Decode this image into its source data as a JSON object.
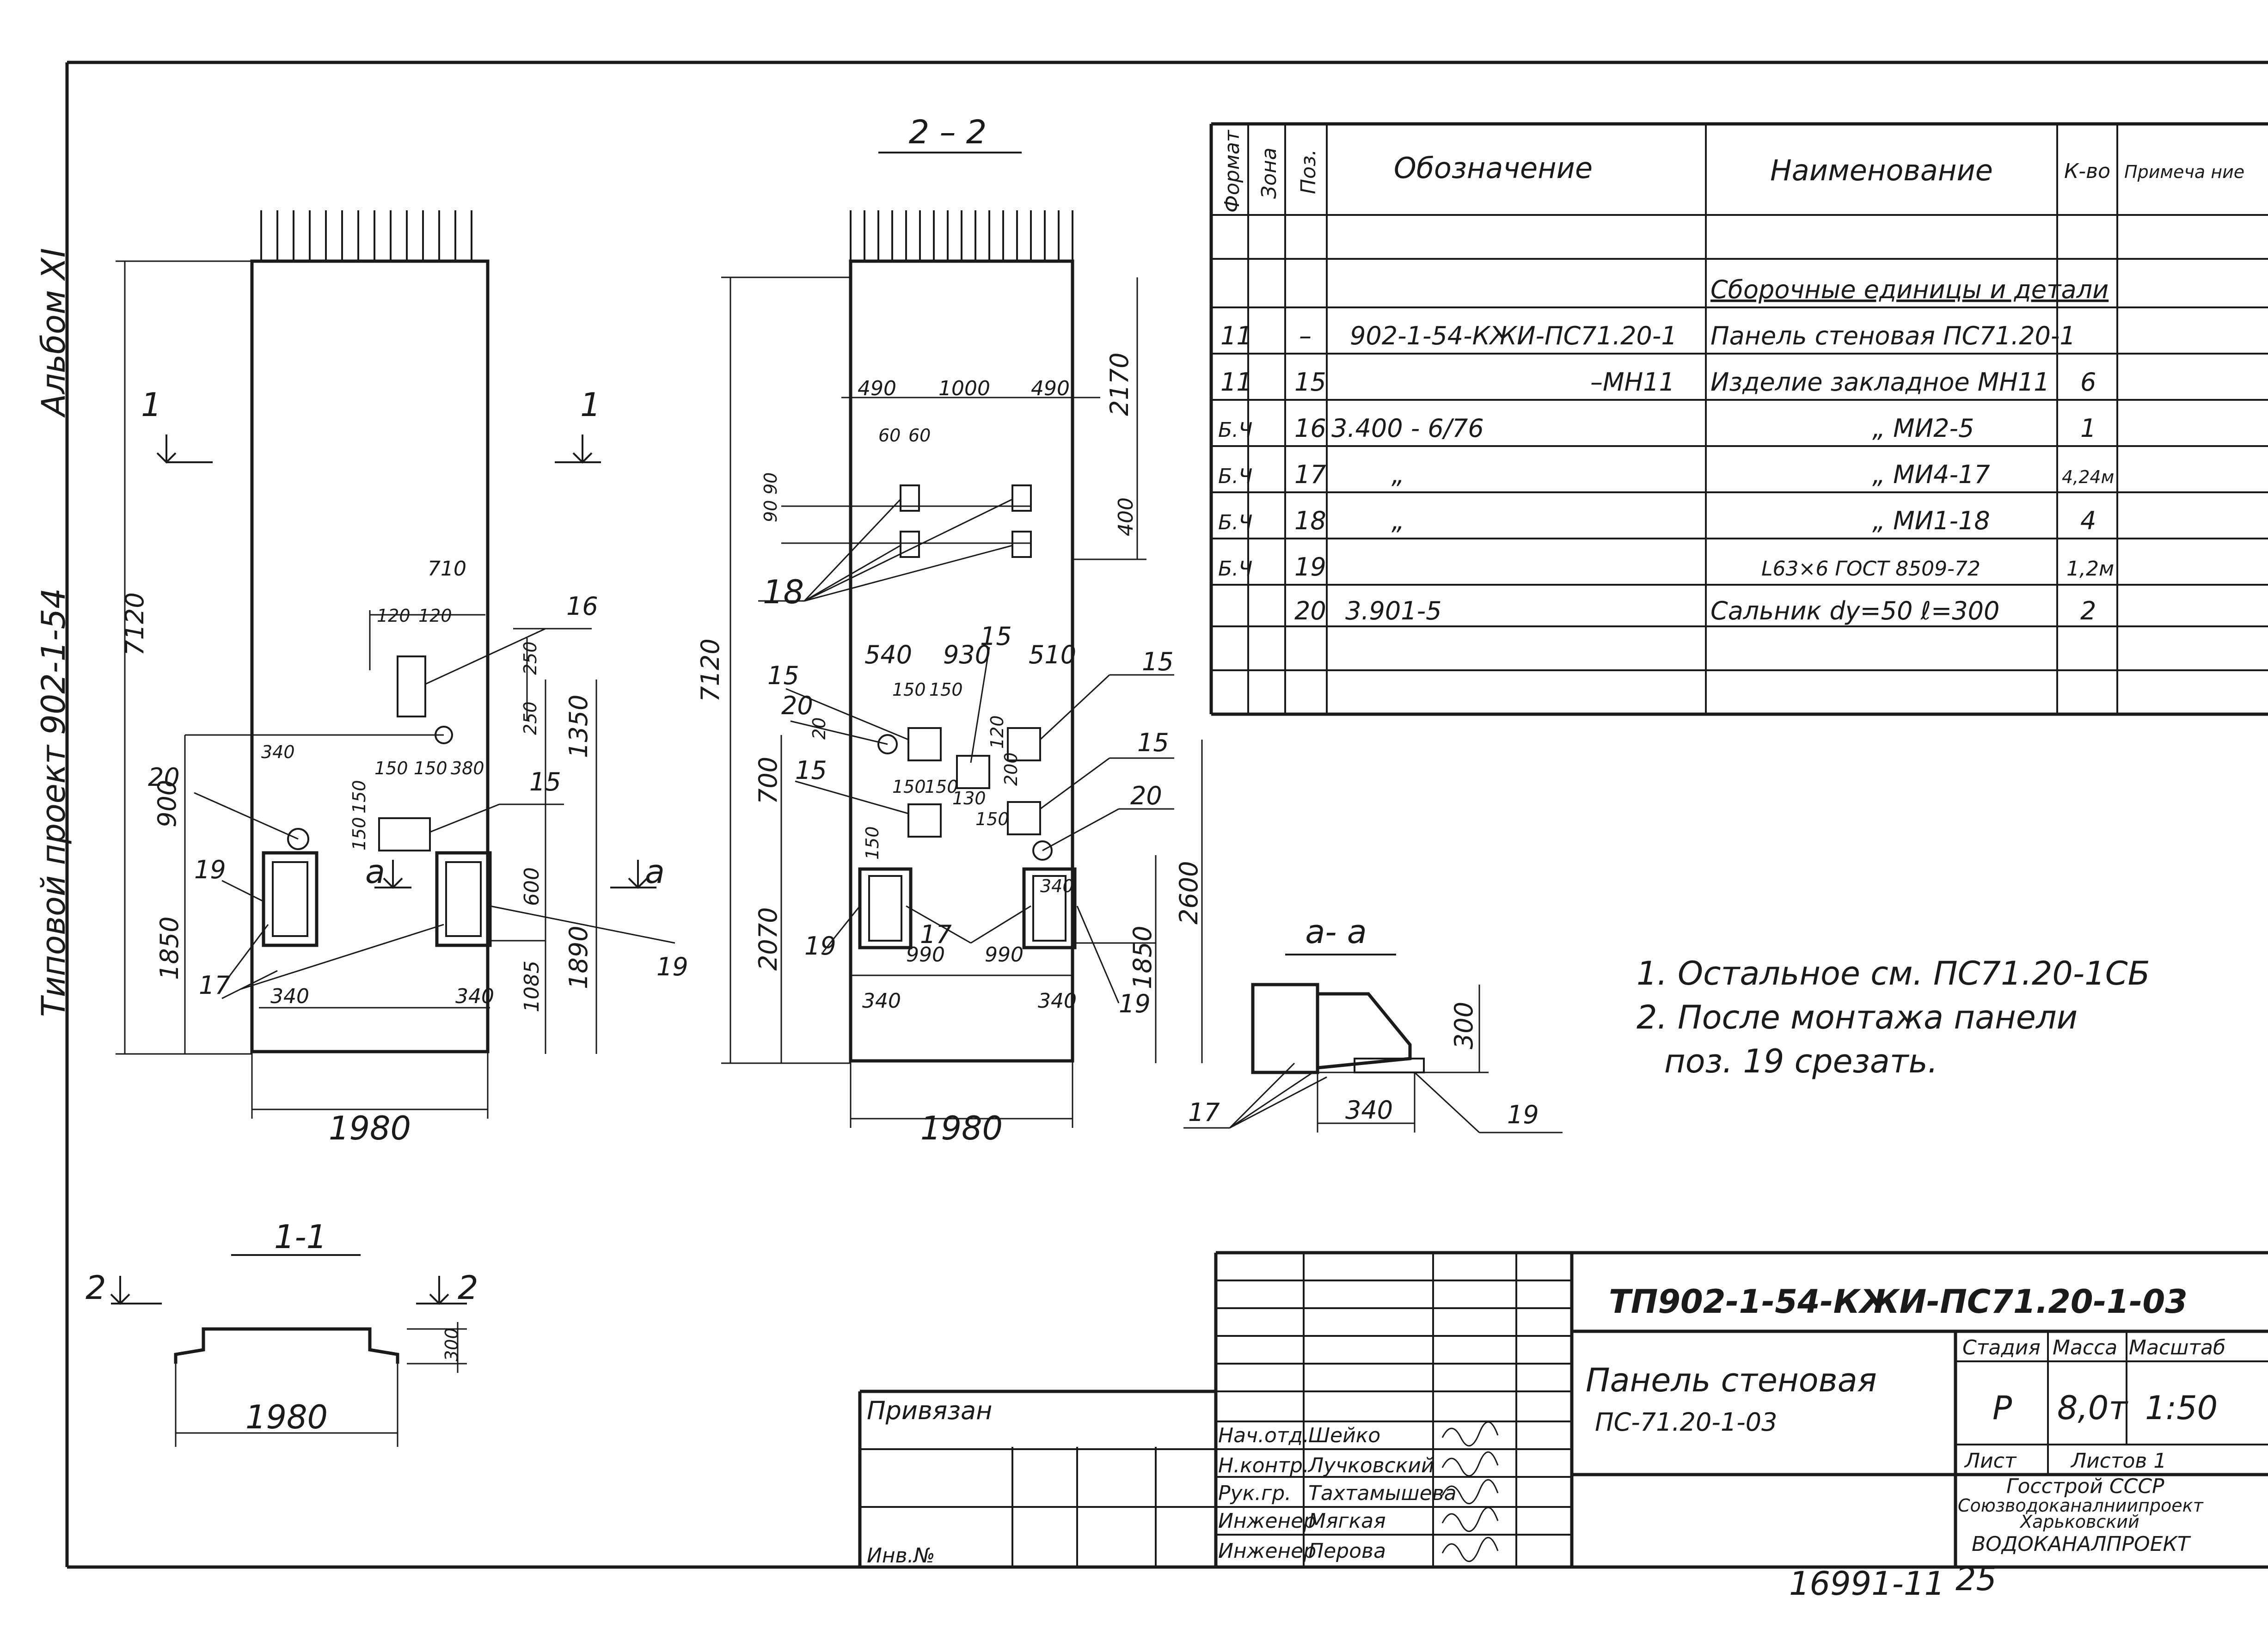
{
  "album": "Альбом XI",
  "project": "Типовой проект 902-1-54",
  "sections": {
    "s22": "2 – 2",
    "s11": "1-1",
    "saa": "а- а",
    "cut1_left": "1",
    "cut1_right": "1",
    "cut2_left": "2",
    "cut2_right": "2",
    "cuta_left": "а",
    "cuta_right": "а"
  },
  "dims_left": {
    "height": "7120",
    "width": "1980",
    "d710": "710",
    "d120a": "120",
    "d120b": "120",
    "d250a": "250",
    "d250b": "250",
    "d340a": "340",
    "d150a": "150",
    "d150b": "150",
    "d380": "380",
    "d1350": "1350",
    "d900": "900",
    "d150c": "150",
    "d150d": "150",
    "d600": "600",
    "d1085": "1085",
    "d1890": "1890",
    "d1850": "1850",
    "d340b": "340",
    "d340c": "340",
    "p16": "16",
    "p20": "20",
    "p15": "15",
    "p19a": "19",
    "p19b": "19",
    "p17": "17"
  },
  "dims_mid": {
    "height": "7120",
    "width": "1980",
    "d490a": "490",
    "d1000": "1000",
    "d490b": "490",
    "d2170": "2170",
    "d60a": "60",
    "d60b": "60",
    "d90a": "90",
    "d90b": "90",
    "d400": "400",
    "d540": "540",
    "d930": "930",
    "d510": "510",
    "d150a": "150",
    "d150b": "150",
    "d20": "20",
    "d700": "700",
    "d120": "120",
    "d200": "200",
    "d150c": "150",
    "d150d": "150",
    "d130": "130",
    "d150e": "150",
    "d150f": "150",
    "d2600": "2600",
    "d340m": "340",
    "d2070": "2070",
    "d990a": "990",
    "d990b": "990",
    "d1850": "1850",
    "d340a": "340",
    "d340b": "340",
    "p18": "18",
    "p15a": "15",
    "p15b": "15",
    "p15c": "15",
    "p15d": "15",
    "p15e": "15",
    "p20a": "20",
    "p20b": "20",
    "p19a": "19",
    "p19b": "19",
    "p17": "17"
  },
  "section_aa": {
    "d300": "300",
    "d340": "340",
    "p17": "17",
    "p19": "19"
  },
  "section_11": {
    "d300": "300",
    "width": "1980"
  },
  "spec_table": {
    "headers": [
      "Формат",
      "Зона",
      "Поз.",
      "Обозначение",
      "Наименование",
      "К-во",
      "Примеча ние"
    ],
    "group": "Сборочные единицы и детали",
    "rows": [
      {
        "fmt": "11",
        "zone": "",
        "pos": "–",
        "des": "902-1-54-КЖИ-ПС71.20-1",
        "name": "Панель стеновая ПС71.20-1",
        "qty": "",
        "note": ""
      },
      {
        "fmt": "11",
        "zone": "",
        "pos": "15",
        "des": "–МН11",
        "name": "Изделие закладное МН11",
        "qty": "6",
        "note": ""
      },
      {
        "fmt": "Б.Ч",
        "zone": "",
        "pos": "16",
        "des": "3.400 - 6/76",
        "name": "„ МИ2-5",
        "qty": "1",
        "note": ""
      },
      {
        "fmt": "Б.Ч",
        "zone": "",
        "pos": "17",
        "des": "„",
        "name": "„ МИ4-17",
        "qty": "4,24м",
        "note": ""
      },
      {
        "fmt": "Б.Ч",
        "zone": "",
        "pos": "18",
        "des": "„",
        "name": "„ МИ1-18",
        "qty": "4",
        "note": ""
      },
      {
        "fmt": "Б.Ч",
        "zone": "",
        "pos": "19",
        "des": "",
        "name": "L63×6 ГОСТ 8509-72",
        "qty": "1,2м",
        "note": ""
      },
      {
        "fmt": "",
        "zone": "",
        "pos": "20",
        "des": "3.901-5",
        "name": "Сальник dу=50 ℓ=300",
        "qty": "2",
        "note": ""
      }
    ]
  },
  "notes": [
    "1. Остальное см. ПС71.20-1СБ",
    "2. После монтажа панели",
    "поз. 19 срезать."
  ],
  "title_block": {
    "code": "ТП902-1-54-КЖИ-ПС71.20-1-03",
    "title_line1": "Панель стеновая",
    "title_line2": "ПС-71.20-1-03",
    "stage_label": "Стадия",
    "mass_label": "Масса",
    "scale_label": "Масштаб",
    "stage": "Р",
    "mass": "8,0т",
    "scale": "1:50",
    "sheet_label": "Лист",
    "sheets_label": "Листов 1",
    "org1": "Госстрой СССР",
    "org2": "Союзводоканалниипроект",
    "org3": "Харьковский",
    "org4": "ВОДОКАНАЛПРОЕКТ",
    "attached": "Привязан",
    "inv": "Инв.№",
    "roles": [
      {
        "role": "Нач.отд.",
        "name": "Шейко"
      },
      {
        "role": "Н.контр.",
        "name": "Лучковский"
      },
      {
        "role": "Рук.гр.",
        "name": "Тахтамышева"
      },
      {
        "role": "Инженер",
        "name": "Мягкая"
      },
      {
        "role": "Инженер",
        "name": "Перова"
      }
    ]
  },
  "footer": {
    "doc_num": "16991-11",
    "page": "25"
  }
}
